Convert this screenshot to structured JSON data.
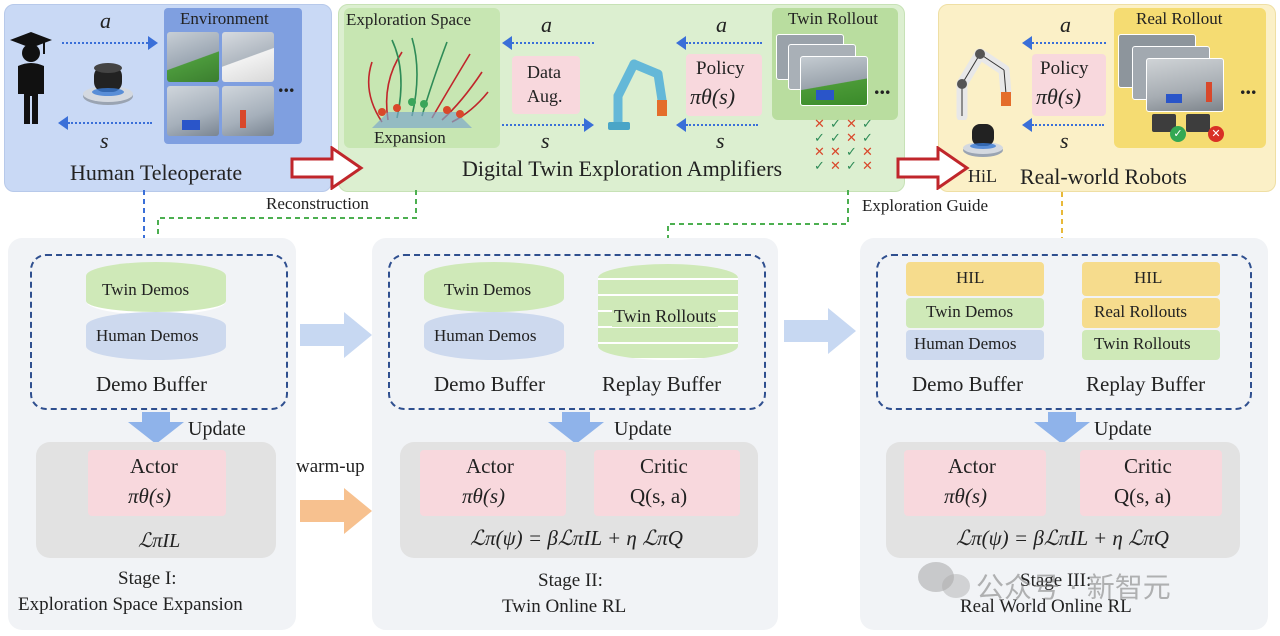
{
  "colors": {
    "blue_panel": "#c9d9f5",
    "green_panel": "#dcefd0",
    "yellow_panel": "#fbf0c7",
    "red_arrow": "#c0262b",
    "dash_blue": "#3a6fd8",
    "dash_green": "#4caf50",
    "dash_yellow": "#e8b93a",
    "disk_green": "#cfe9b8",
    "disk_blue": "#cdd9ee",
    "disk_yellow": "#f6dc8d",
    "pink": "#f8d8dd"
  },
  "top": {
    "human": {
      "a_label": "a",
      "s_label": "s",
      "env_title": "Environment",
      "ellipsis": "...",
      "caption": "Human Teleoperate"
    },
    "twin": {
      "exploration_title": "Exploration Space",
      "expansion": "Expansion",
      "a_label_1": "a",
      "s_label_1": "s",
      "data_aug_line1": "Data",
      "data_aug_line2": "Aug.",
      "a_label_2": "a",
      "s_label_2": "s",
      "policy": "Policy",
      "policy_formula": "πθ(s)",
      "twin_rollout": "Twin Rollout",
      "ellipsis": "...",
      "caption": "Digital Twin Exploration Amplifiers"
    },
    "real": {
      "a_label": "a",
      "s_label": "s",
      "policy": "Policy",
      "policy_formula": "πθ(s)",
      "real_rollout": "Real Rollout",
      "ellipsis": "...",
      "hil": "HiL",
      "caption": "Real-world Robots"
    },
    "reconstruction": "Reconstruction",
    "exploration_guide": "Exploration Guide"
  },
  "stage1": {
    "demo_top": "Twin Demos",
    "demo_bottom": "Human Demos",
    "demo_buffer": "Demo Buffer",
    "update": "Update",
    "actor": "Actor",
    "actor_formula": "πθ(s)",
    "loss": "ℒπIL",
    "title_line1": "Stage I:",
    "title_line2": "Exploration Space Expansion"
  },
  "warmup": "warm-up",
  "stage2": {
    "demo_top": "Twin Demos",
    "demo_bottom": "Human Demos",
    "replay": "Twin Rollouts",
    "demo_buffer": "Demo Buffer",
    "replay_buffer": "Replay Buffer",
    "update": "Update",
    "actor": "Actor",
    "actor_formula": "πθ(s)",
    "critic": "Critic",
    "critic_formula": "Q(s, a)",
    "loss": "ℒπ(ψ) = βℒπIL + η ℒπQ",
    "title_line1": "Stage II:",
    "title_line2": "Twin Online RL"
  },
  "stage3": {
    "demo_hil": "HIL",
    "demo_mid": "Twin Demos",
    "demo_bottom": "Human Demos",
    "replay_hil": "HIL",
    "replay_mid": "Real Rollouts",
    "replay_bottom": "Twin Rollouts",
    "demo_buffer": "Demo Buffer",
    "replay_buffer": "Replay Buffer",
    "update": "Update",
    "actor": "Actor",
    "actor_formula": "πθ(s)",
    "critic": "Critic",
    "critic_formula": "Q(s, a)",
    "loss": "ℒπ(ψ) = βℒπIL + η ℒπQ",
    "title_line1": "Stage III:",
    "title_line2": "Real World Online RL"
  },
  "watermark": "公众号 · 新智元"
}
